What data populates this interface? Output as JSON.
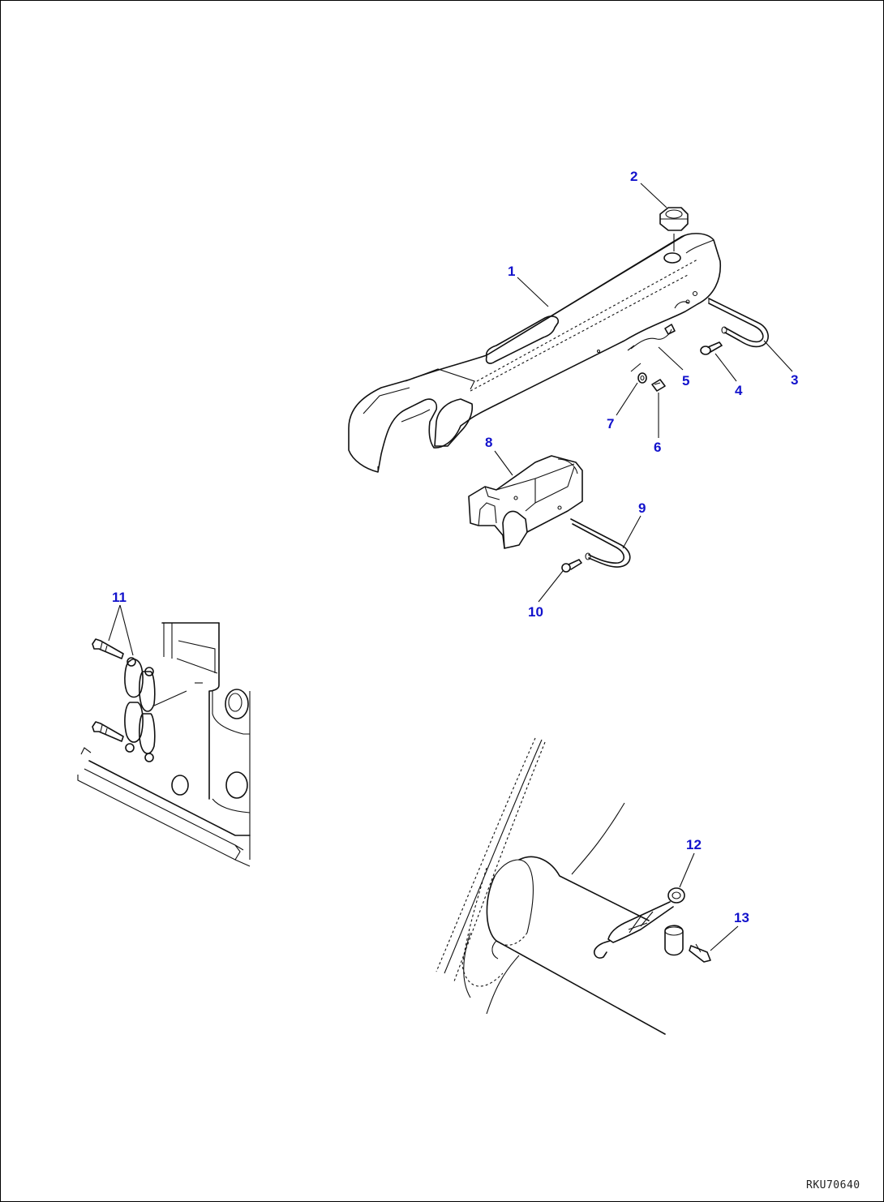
{
  "callouts": {
    "c1": "1",
    "c2": "2",
    "c3": "3",
    "c4": "4",
    "c5": "5",
    "c6": "6",
    "c7": "7",
    "c8": "8",
    "c9": "9",
    "c10": "10",
    "c11": "11",
    "c12": "12",
    "c13": "13"
  },
  "drawing_id": "RKU70640",
  "colors": {
    "callout": "#1212cc",
    "line": "#111111",
    "background": "#ffffff"
  }
}
